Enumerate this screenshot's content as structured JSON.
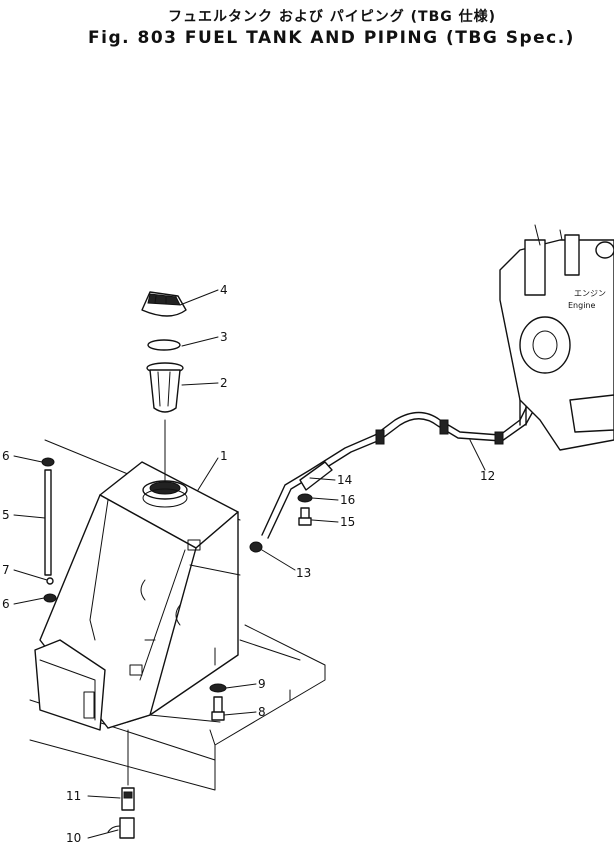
{
  "header": {
    "title_jp": "フュエルタンク および パイピング (TBG 仕様)",
    "title_en": "Fig. 803  FUEL TANK AND PIPING (TBG Spec.)"
  },
  "engine_label": {
    "jp": "エンジン",
    "en": "Engine"
  },
  "callouts": [
    "1",
    "2",
    "3",
    "4",
    "5",
    "6",
    "6",
    "7",
    "8",
    "9",
    "10",
    "11",
    "12",
    "13",
    "14",
    "15",
    "16"
  ]
}
